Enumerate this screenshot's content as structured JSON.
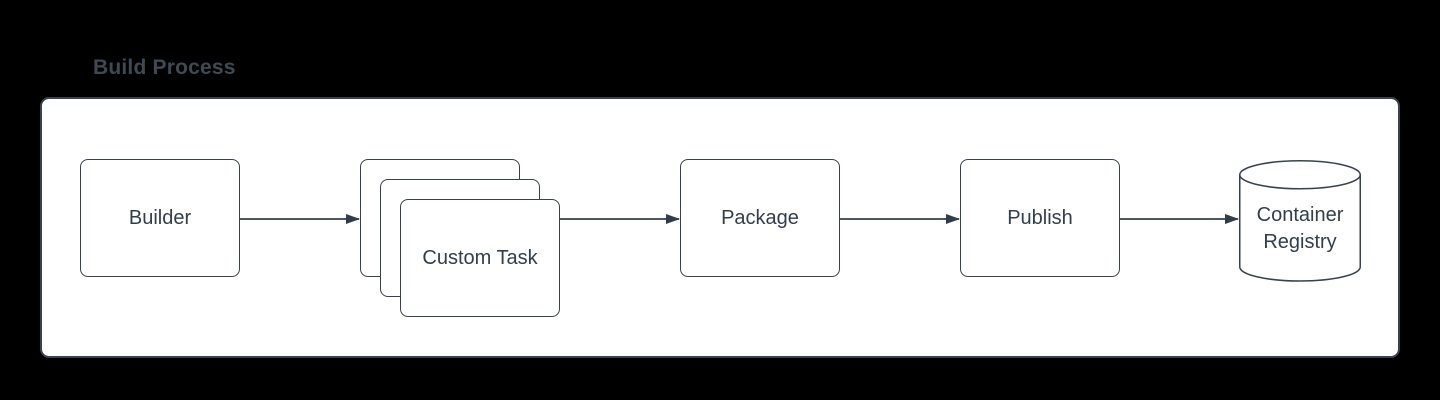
{
  "diagram": {
    "title": "Build Process",
    "nodes": {
      "builder": {
        "label": "Builder",
        "shape": "rounded-rectangle"
      },
      "custom_task": {
        "label": "Custom Task",
        "shape": "stacked-rounded-rectangle",
        "stack_count": 3
      },
      "package": {
        "label": "Package",
        "shape": "rounded-rectangle"
      },
      "publish": {
        "label": "Publish",
        "shape": "rounded-rectangle"
      },
      "container_registry": {
        "label": "Container Registry",
        "shape": "cylinder"
      }
    },
    "edges": [
      {
        "from": "Builder",
        "to": "Custom Task"
      },
      {
        "from": "Custom Task",
        "to": "Package"
      },
      {
        "from": "Package",
        "to": "Publish"
      },
      {
        "from": "Publish",
        "to": "Container Registry"
      }
    ],
    "colors": {
      "background": "#000000",
      "container_fill": "#ffffff",
      "container_border": "#39424e",
      "node_stroke": "#39424e",
      "edge_stroke": "#333d49",
      "text": "#333e4c",
      "title": "#3f4953"
    }
  }
}
